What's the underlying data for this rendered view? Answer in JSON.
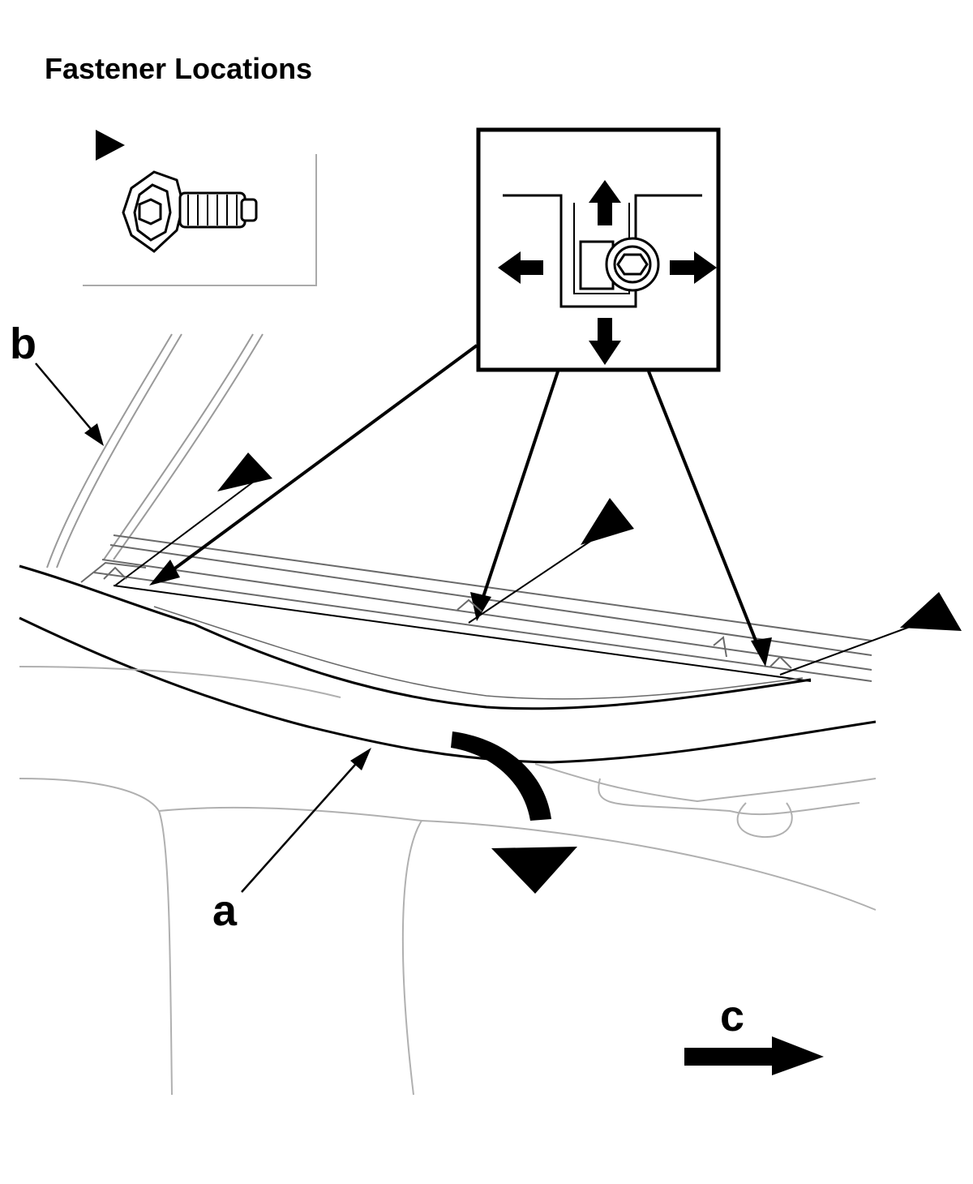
{
  "title": "Fastener Locations",
  "callouts": {
    "a": "a",
    "b": "b",
    "c": "c"
  },
  "legend": {
    "symbol": "black-triangle",
    "fastener_type": "flange-bolt-icon"
  },
  "detail_inset": {
    "fastener_type": "clip-icon",
    "release_directions": [
      "up",
      "down",
      "left",
      "right"
    ]
  },
  "fastener_markers": {
    "bolt_count": 3,
    "clip_count": 3
  },
  "motion": {
    "removal_direction": "curved-down-arrow",
    "front_indicator": "right-arrow"
  },
  "colors": {
    "line": "#000000",
    "thin_line": "#9a9a9a",
    "background": "#ffffff"
  }
}
